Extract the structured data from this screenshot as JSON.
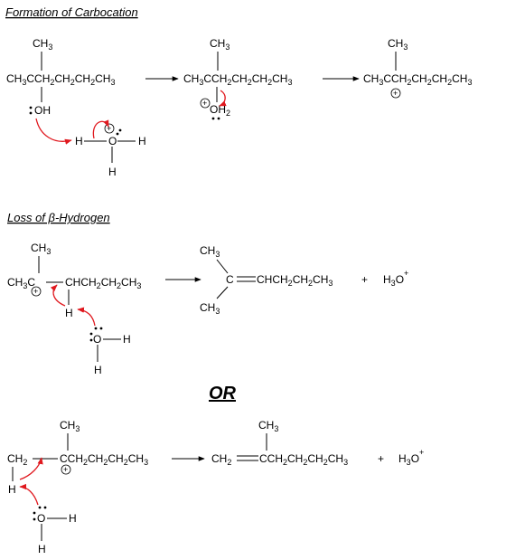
{
  "headings": {
    "formation": "Formation of Carbocation",
    "loss": "Loss of β-Hydrogen",
    "or": "OR"
  },
  "atoms": {
    "C": "C",
    "H": "H",
    "O": "O",
    "plus": "+",
    "ch3": "CH",
    "three": "3",
    "two": "2",
    "oh": "OH",
    "h3o": "H",
    "chain_main": "CH",
    "c_suffix": "CCH",
    "ch2": "CH",
    "chain_tail": "CH",
    "chch2": "CHCH",
    "chch2_equals": "CHCH",
    "cch2": "CCH",
    "ch2_short": "CH"
  },
  "colors": {
    "arrow_red": "#e0191f",
    "ink": "#000000"
  }
}
